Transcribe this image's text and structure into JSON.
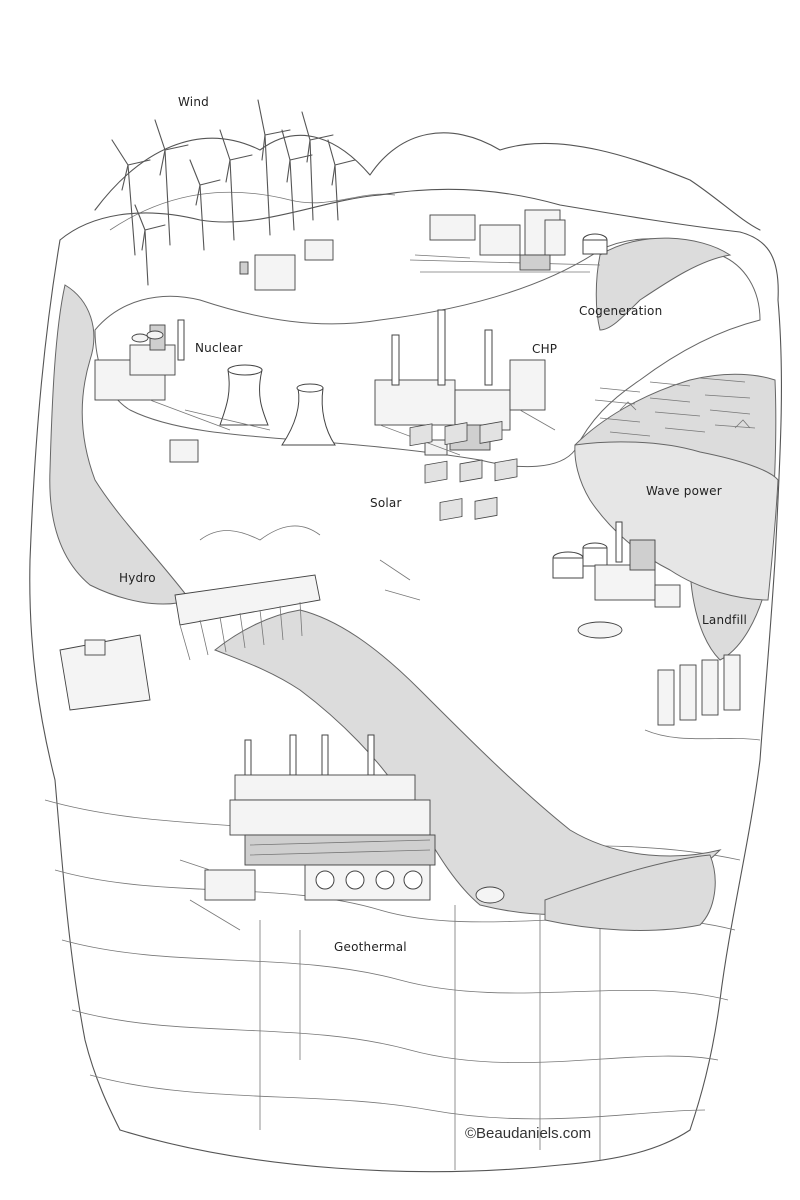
{
  "labels": {
    "wind": "Wind",
    "nuclear": "Nuclear",
    "cogeneration": "Cogeneration",
    "chp": "CHP",
    "wave_power": "Wave power",
    "solar": "Solar",
    "hydro": "Hydro",
    "landfill": "Landfill",
    "geothermal": "Geothermal"
  },
  "credit": "©Beaudaniels.com"
}
